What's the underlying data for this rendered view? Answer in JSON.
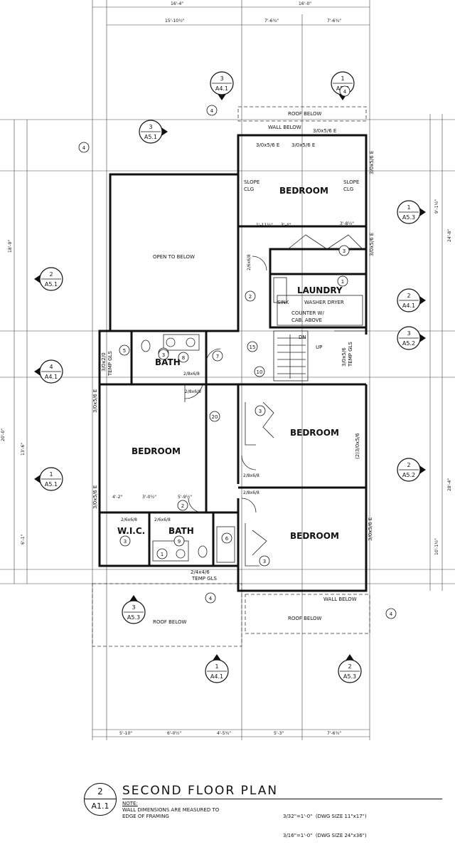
{
  "title": "SECOND FLOOR PLAN",
  "drawing_ref": {
    "number": "2",
    "sheet": "A1.1"
  },
  "note_label": "NOTE:",
  "notes": [
    "WALL DIMENSIONS ARE MEASURED TO",
    "EDGE OF FRAMING"
  ],
  "scales": [
    "3/32\"=1'-0\"  (DWG SIZE 11\"x17\")",
    "3/16\"=1'-0\"  (DWG SIZE 24\"x36\")"
  ],
  "rooms": {
    "bedroom_ne": "BEDROOM",
    "bedroom_w": "BEDROOM",
    "bedroom_e1": "BEDROOM",
    "bedroom_e2": "BEDROOM",
    "laundry": "LAUNDRY",
    "bath_upper": "BATH",
    "bath_lower": "BATH",
    "wic": "W.I.C.",
    "open_to_below": "OPEN TO BELOW"
  },
  "labels": {
    "roof_below_top": "ROOF BELOW",
    "wall_below_top": "WALL BELOW",
    "roof_below_bl": "ROOF BELOW",
    "roof_below_br": "ROOF BELOW",
    "wall_below_bottom": "WALL BELOW",
    "slope_left": "SLOPE",
    "slope_left2": "CLG",
    "slope_right": "SLOPE",
    "slope_right2": "CLG",
    "washer_dryer": "WASHER DRYER",
    "sink": "SINK",
    "counter": "COUNTER W/",
    "cab_above": "CAB. ABOVE",
    "dn": "DN",
    "up": "UP",
    "temp_gls_a": "TEMP GLS",
    "temp_gls_b": "TEMP GLS",
    "temp_gls_c": "TEMP GLS"
  },
  "windows": {
    "w1": "3/0x5/6 E",
    "w2": "3/0x5/6 E",
    "w3": "3/0x5/6 E",
    "w4": "3/0x5/6 E",
    "w5": "3/0x5/6 E",
    "w6": "3/0x5/6 E",
    "w7": "3/0x5/6 E",
    "w8": "3/0x2/0",
    "w9": "3/0x5/6",
    "w10": "(2)3/0x5/6",
    "w11": "3/0x5/6 E",
    "w12": "2/4x4/6"
  },
  "doors": {
    "d1": "2/8x6/8",
    "d2": "2/8x6/8",
    "d3": "2/8x6/8",
    "d4": "2/6x6/8",
    "d5": "2/6x6/8",
    "d6": "2/8x6/8",
    "d7": "2/6x6/8"
  },
  "dimensions": {
    "top_a": "16'-4\"",
    "top_b": "16'-0\"",
    "top_c": "15'-10½\"",
    "top_d": "7'-6¾\"",
    "top_e": "7'-6¾\"",
    "bot_a": "5'-10\"",
    "bot_b": "6'-0½\"",
    "bot_c": "4'-5¾\"",
    "bot_d": "5'-3\"",
    "bot_e": "7'-6¾\"",
    "left_a": "18'-9\"",
    "left_b": "20'-0\"",
    "left_c": "13'-6\"",
    "left_d": "6'-1\"",
    "right_a": "9'-1½\"",
    "right_b": "24'-8\"",
    "right_c": "28'-4\"",
    "right_d": "10'-1½\"",
    "int_a": "4'-2\"",
    "int_b": "3'-0½\"",
    "int_c": "5'-9½\"",
    "int_d": "3'-4\"",
    "int_e": "3'-8½\"",
    "int_f": "1'-11½\""
  },
  "section_markers": [
    {
      "num": "3",
      "sheet": "A4.1"
    },
    {
      "num": "1",
      "sheet": "A5.2"
    },
    {
      "num": "3",
      "sheet": "A5.1"
    },
    {
      "num": "2",
      "sheet": "A5.1"
    },
    {
      "num": "1",
      "sheet": "A5.3"
    },
    {
      "num": "2",
      "sheet": "A4.1"
    },
    {
      "num": "3",
      "sheet": "A5.2"
    },
    {
      "num": "4",
      "sheet": "A4.1"
    },
    {
      "num": "1",
      "sheet": "A5.1"
    },
    {
      "num": "2",
      "sheet": "A5.2"
    },
    {
      "num": "3",
      "sheet": "A5.3"
    },
    {
      "num": "1",
      "sheet": "A4.1"
    },
    {
      "num": "2",
      "sheet": "A5.3"
    }
  ],
  "tags": [
    "4",
    "4",
    "4",
    "4",
    "4",
    "3",
    "1",
    "2",
    "5",
    "1",
    "8",
    "7",
    "15",
    "10",
    "20",
    "2",
    "3",
    "6",
    "3",
    "3",
    "1",
    "9",
    "3"
  ]
}
